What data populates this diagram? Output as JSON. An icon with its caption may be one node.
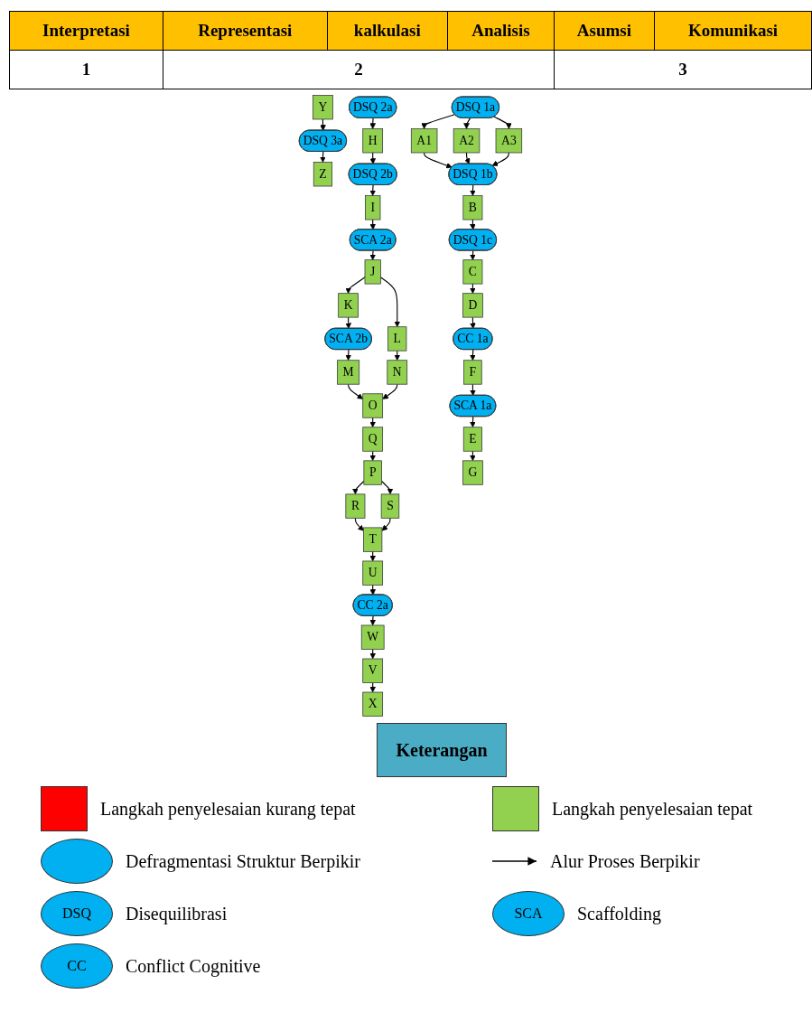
{
  "diagram": {
    "nodes": [
      {
        "text": [
          "DSQ 1a"
        ]
      },
      {
        "text": [
          "DSQ 2a"
        ]
      },
      {
        "text": [
          "Y"
        ]
      },
      {
        "text": [
          "Z"
        ]
      },
      {
        "text": [
          "A1"
        ]
      },
      {
        "text": [
          "A2"
        ]
      },
      {
        "text": [
          "A3"
        ]
      },
      {
        "text": [
          "H"
        ]
      },
      {
        "text": [
          "R"
        ]
      },
      {
        "text": [
          "T"
        ]
      },
      {
        "text": [
          "DSQ 3a"
        ]
      },
      {
        "text": [
          "DSQ 1b"
        ]
      },
      {
        "text": [
          "DSQ 2b"
        ]
      },
      {
        "text": [
          "P"
        ]
      },
      {
        "text": [
          "S"
        ]
      },
      {
        "text": [
          "U"
        ]
      },
      {
        "text": [
          "B"
        ]
      },
      {
        "text": [
          "I"
        ]
      },
      {
        "text": [
          "Q"
        ]
      },
      {
        "text": [
          "CC 2a"
        ]
      },
      {
        "text": [
          "DSQ 1c"
        ]
      },
      {
        "text": [
          "G"
        ]
      },
      {
        "text": [
          "SCA 2a"
        ]
      },
      {
        "text": [
          "O"
        ]
      },
      {
        "text": [
          "W"
        ]
      },
      {
        "text": [
          "C"
        ]
      },
      {
        "text": [
          "E"
        ]
      },
      {
        "text": [
          "J"
        ]
      },
      {
        "text": [
          "L"
        ]
      },
      {
        "text": [
          "N"
        ]
      },
      {
        "text": [
          "V"
        ]
      },
      {
        "text": [
          "D"
        ]
      },
      {
        "text": [
          "SCA 1a"
        ]
      },
      {
        "text": [
          "K"
        ]
      },
      {
        "text": [
          "SCA 2b"
        ]
      },
      {
        "text": [
          "M"
        ]
      },
      {
        "text": [
          "X"
        ]
      },
      {
        "text": [
          "CC 1a"
        ]
      },
      {
        "text": [
          "F"
        ]
      }
    ],
    "edges": [
      {
        "from": 0,
        "to": 4,
        "arrow": "to"
      },
      {
        "from": 0,
        "to": 5,
        "arrow": "to"
      },
      {
        "from": 0,
        "to": 6,
        "arrow": "to"
      },
      {
        "from": 4,
        "to": 11,
        "arrow": "to"
      },
      {
        "from": 5,
        "to": 11,
        "arrow": "to"
      },
      {
        "from": 6,
        "to": 11,
        "arrow": "to"
      },
      {
        "from": 11,
        "to": 16,
        "arrow": "to"
      },
      {
        "from": 16,
        "to": 20,
        "arrow": "to"
      },
      {
        "from": 20,
        "to": 25,
        "arrow": "to"
      },
      {
        "from": 25,
        "to": 31,
        "arrow": "to"
      },
      {
        "from": 31,
        "to": 37,
        "arrow": "to"
      },
      {
        "from": 37,
        "to": 38,
        "arrow": "to"
      },
      {
        "from": 38,
        "to": 32,
        "arrow": "to"
      },
      {
        "from": 32,
        "to": 26,
        "arrow": "to"
      },
      {
        "from": 26,
        "to": 21,
        "arrow": "to"
      },
      {
        "from": 1,
        "to": 7,
        "arrow": "to"
      },
      {
        "from": 7,
        "to": 12,
        "arrow": "to"
      },
      {
        "from": 12,
        "to": 17,
        "arrow": "to"
      },
      {
        "from": 17,
        "to": 22,
        "arrow": "to"
      },
      {
        "from": 22,
        "to": 27,
        "arrow": "to"
      },
      {
        "from": 27,
        "to": 28,
        "arrow": "to"
      },
      {
        "from": 28,
        "to": 29,
        "arrow": "to"
      },
      {
        "from": 27,
        "to": 33,
        "arrow": "to"
      },
      {
        "from": 33,
        "to": 34,
        "arrow": "to"
      },
      {
        "from": 34,
        "to": 35,
        "arrow": "to"
      },
      {
        "from": 35,
        "to": 23,
        "arrow": "to"
      },
      {
        "from": 29,
        "to": 23,
        "arrow": "to"
      },
      {
        "from": 23,
        "to": 18,
        "arrow": "to"
      },
      {
        "from": 18,
        "to": 13,
        "arrow": "to"
      },
      {
        "from": 13,
        "to": 8,
        "arrow": "to"
      },
      {
        "from": 13,
        "to": 14,
        "arrow": "to"
      },
      {
        "from": 8,
        "to": 9,
        "arrow": "to"
      },
      {
        "from": 14,
        "to": 9,
        "arrow": "to"
      },
      {
        "from": 9,
        "to": 15,
        "arrow": "to"
      },
      {
        "from": 15,
        "to": 19,
        "arrow": "to"
      },
      {
        "from": 19,
        "to": 24,
        "arrow": "to"
      },
      {
        "from": 24,
        "to": 30,
        "arrow": "to"
      },
      {
        "from": 30,
        "to": 36,
        "arrow": "to"
      },
      {
        "from": 2,
        "to": 10,
        "arrow": "to"
      },
      {
        "from": 10,
        "to": 3,
        "arrow": "to"
      }
    ],
    "labels": [
      "Interpretasi",
      "Representasi",
      "kalkulasi",
      "Analisis",
      "Asumsi",
      "Komunikasi",
      "1",
      "2",
      "3",
      "Keterangan",
      "DSQ",
      "SCA",
      "CC"
    ],
    "legend": [
      {
        "text": "Langkah penyelesaian kurang tepat",
        "color": "#ff0000"
      },
      {
        "text": "Langkah penyelesaian tepat",
        "color": "#92d050"
      },
      {
        "text": "Defragmentasi Struktur Berpikir",
        "color": "#00b0f0"
      },
      {
        "text": "Alur Proses Berpikir"
      },
      {
        "text": "Disequilibrasi",
        "color": "#00b0f0"
      },
      {
        "text": "Scaffolding",
        "color": "#00b0f0"
      },
      {
        "text": "Conflict Cognitive",
        "color": "#00b0f0"
      }
    ]
  }
}
